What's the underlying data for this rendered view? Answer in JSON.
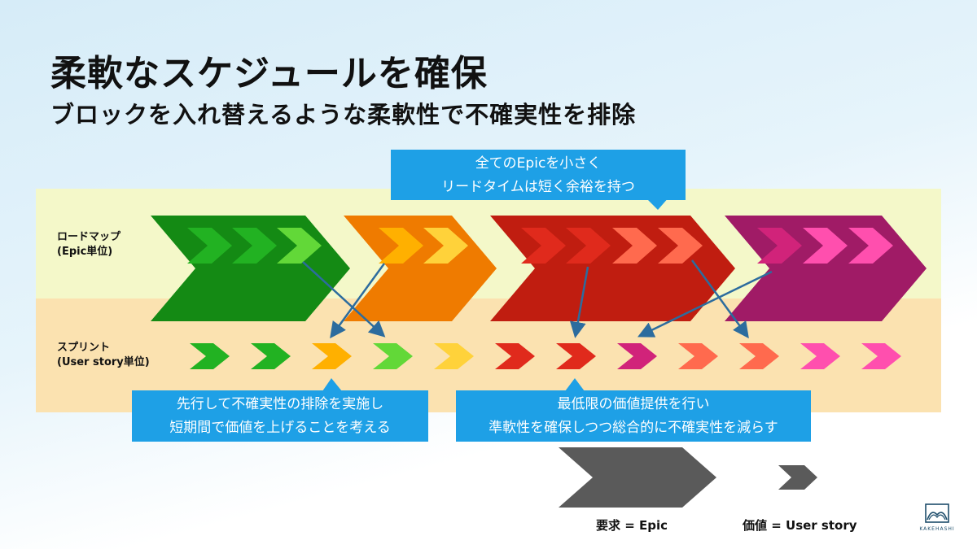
{
  "title": "柔軟なスケジュールを確保",
  "subtitle": "ブロックを入れ替えるような柔軟性で不確実性を排除",
  "rows": {
    "roadmap_line1": "ロードマップ",
    "roadmap_line2": "(Epic単位)",
    "sprint_line1": "スプリント",
    "sprint_line2": "(User story単位)"
  },
  "callouts": {
    "top_line1": "全てのEpicを小さく",
    "top_line2": "リードタイムは短く余裕を持つ",
    "left_line1": "先行して不確実性の排除を実施し",
    "left_line2": "短期間で価値を上げることを考える",
    "right_line1": "最低限の価値提供を行い",
    "right_line2": "準軟性を確保しつつ総合的に不確実性を減らす"
  },
  "legend": {
    "epic_label": "要求 = Epic",
    "story_label": "価値 = User story"
  },
  "logo_text": "KAKEHASHI",
  "colors": {
    "green_dark": "#148a14",
    "green_mid": "#22b222",
    "green_light": "#62d838",
    "orange_dark": "#ef7b00",
    "orange_light": "#ffb000",
    "yellow": "#ffd23a",
    "red_dark": "#c01d10",
    "red_mid": "#e02a1c",
    "red_light": "#ff6a4e",
    "magenta_dark": "#a01b66",
    "magenta_mid": "#d1237a",
    "magenta_light": "#ff4fae",
    "arrow_blue": "#2c6c9e",
    "callout_blue": "#1ea0e6",
    "legend_gray": "#5a5a5a"
  }
}
